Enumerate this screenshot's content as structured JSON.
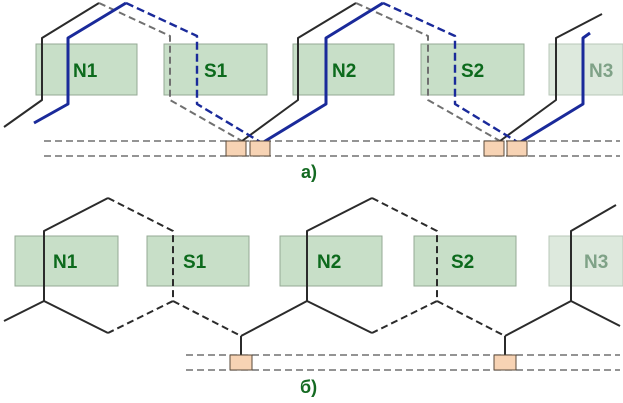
{
  "figure_a": {
    "caption": "а)",
    "poles": [
      {
        "label": "N1",
        "faded": false
      },
      {
        "label": "S1",
        "faded": false
      },
      {
        "label": "N2",
        "faded": false
      },
      {
        "label": "S2",
        "faded": false
      },
      {
        "label": "N3",
        "faded": true
      }
    ]
  },
  "figure_b": {
    "caption": "б)",
    "poles": [
      {
        "label": "N1",
        "faded": false
      },
      {
        "label": "S1",
        "faded": false
      },
      {
        "label": "N2",
        "faded": false
      },
      {
        "label": "S2",
        "faded": false
      },
      {
        "label": "N3",
        "faded": true
      }
    ]
  },
  "colors": {
    "pole_fill": "#c8dfc8",
    "label_green": "#0c6a1c",
    "winding_blue": "#1a2a9a",
    "winding_dark": "#2b2b2b",
    "winding_gray": "#707070",
    "terminal_fill": "#f7d3b4"
  }
}
